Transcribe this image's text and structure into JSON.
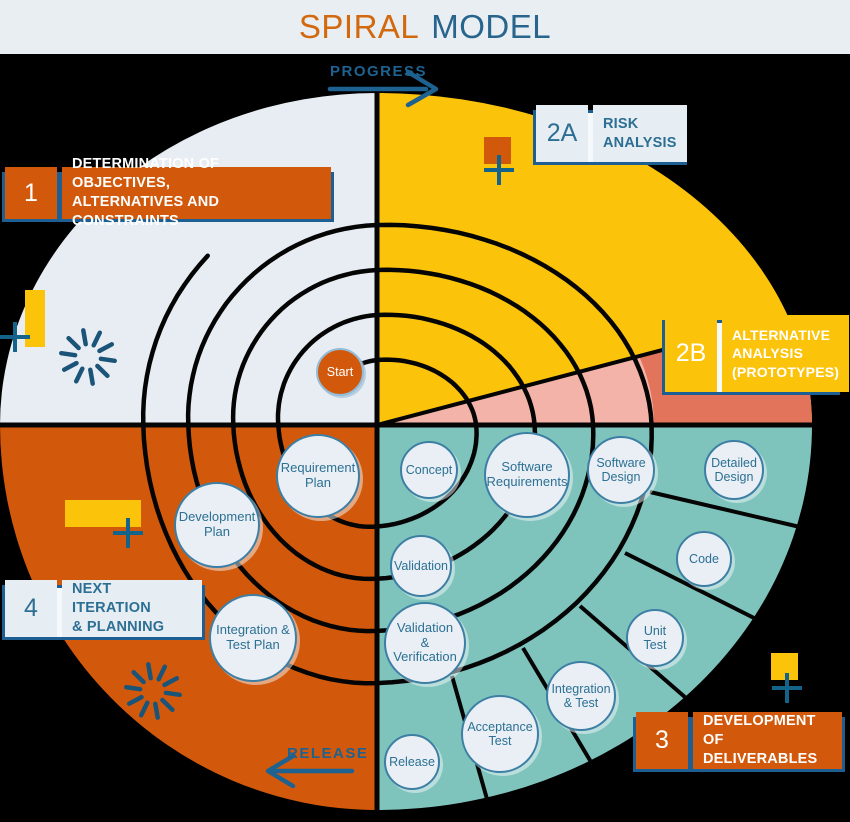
{
  "title": {
    "word1": "SPIRAL",
    "word2": "MODEL"
  },
  "flow": {
    "progress": "PROGRESS",
    "release": "RELEASE"
  },
  "labels": [
    {
      "num": "1",
      "text": "DETERMINATION OF OBJECTIVES,\nALTERNATIVES AND CONSTRAINTS"
    },
    {
      "num": "2A",
      "text": "RISK\nANALYSIS"
    },
    {
      "num": "2B",
      "text": "ALTERNATIVE\nANALYSIS\n(PROTOTYPES)"
    },
    {
      "num": "3",
      "text": "DEVELOPMENT OF\nDELIVERABLES"
    },
    {
      "num": "4",
      "text": "NEXT ITERATION\n& PLANNING"
    }
  ],
  "stages": [
    {
      "label": "Start"
    },
    {
      "label": "Requirement\nPlan"
    },
    {
      "label": "Development\nPlan"
    },
    {
      "label": "Integration &\nTest Plan"
    },
    {
      "label": "Concept"
    },
    {
      "label": "Software\nRequirements"
    },
    {
      "label": "Software\nDesign"
    },
    {
      "label": "Detailed\nDesign"
    },
    {
      "label": "Validation"
    },
    {
      "label": "Code"
    },
    {
      "label": "Validation\n&\nVerification"
    },
    {
      "label": "Unit\nTest"
    },
    {
      "label": "Integration\n& Test"
    },
    {
      "label": "Acceptance\nTest"
    },
    {
      "label": "Release"
    }
  ],
  "colors": {
    "orange": "#d2590b",
    "yellow": "#fcc30b",
    "teal": "#7ec4bc",
    "light_quadrant": "#e7edf2",
    "salmon": "#e2745c",
    "pink": "#f4b3a8",
    "blue": "#1d5f92",
    "background": "#000000",
    "line": "#050505"
  }
}
